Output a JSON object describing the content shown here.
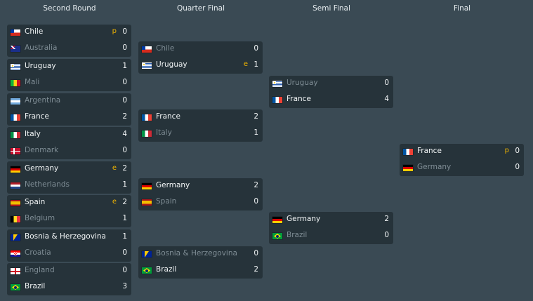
{
  "rounds": [
    {
      "title": "Second Round",
      "matches": [
        {
          "top": {
            "team": "Chile",
            "score": "0",
            "note": "p",
            "win": true,
            "flag": "chile"
          },
          "bottom": {
            "team": "Australia",
            "score": "0",
            "note": "",
            "win": false,
            "flag": "australia"
          }
        },
        {
          "top": {
            "team": "Uruguay",
            "score": "1",
            "note": "",
            "win": true,
            "flag": "uruguay"
          },
          "bottom": {
            "team": "Mali",
            "score": "0",
            "note": "",
            "win": false,
            "flag": "mali"
          }
        },
        {
          "top": {
            "team": "Argentina",
            "score": "0",
            "note": "",
            "win": false,
            "flag": "argentina"
          },
          "bottom": {
            "team": "France",
            "score": "2",
            "note": "",
            "win": true,
            "flag": "france"
          }
        },
        {
          "top": {
            "team": "Italy",
            "score": "4",
            "note": "",
            "win": true,
            "flag": "italy"
          },
          "bottom": {
            "team": "Denmark",
            "score": "0",
            "note": "",
            "win": false,
            "flag": "denmark"
          }
        },
        {
          "top": {
            "team": "Germany",
            "score": "2",
            "note": "e",
            "win": true,
            "flag": "germany"
          },
          "bottom": {
            "team": "Netherlands",
            "score": "1",
            "note": "",
            "win": false,
            "flag": "netherlands"
          }
        },
        {
          "top": {
            "team": "Spain",
            "score": "2",
            "note": "e",
            "win": true,
            "flag": "spain"
          },
          "bottom": {
            "team": "Belgium",
            "score": "1",
            "note": "",
            "win": false,
            "flag": "belgium"
          }
        },
        {
          "top": {
            "team": "Bosnia & Herzegovina",
            "score": "1",
            "note": "",
            "win": true,
            "flag": "bosnia"
          },
          "bottom": {
            "team": "Croatia",
            "score": "0",
            "note": "",
            "win": false,
            "flag": "croatia"
          }
        },
        {
          "top": {
            "team": "England",
            "score": "0",
            "note": "",
            "win": false,
            "flag": "england"
          },
          "bottom": {
            "team": "Brazil",
            "score": "3",
            "note": "",
            "win": true,
            "flag": "brazil"
          }
        }
      ]
    },
    {
      "title": "Quarter Final",
      "matches": [
        {
          "top": {
            "team": "Chile",
            "score": "0",
            "note": "",
            "win": false,
            "flag": "chile"
          },
          "bottom": {
            "team": "Uruguay",
            "score": "1",
            "note": "e",
            "win": true,
            "flag": "uruguay"
          }
        },
        {
          "top": {
            "team": "France",
            "score": "2",
            "note": "",
            "win": true,
            "flag": "france"
          },
          "bottom": {
            "team": "Italy",
            "score": "1",
            "note": "",
            "win": false,
            "flag": "italy"
          }
        },
        {
          "top": {
            "team": "Germany",
            "score": "2",
            "note": "",
            "win": true,
            "flag": "germany"
          },
          "bottom": {
            "team": "Spain",
            "score": "0",
            "note": "",
            "win": false,
            "flag": "spain"
          }
        },
        {
          "top": {
            "team": "Bosnia & Herzegovina",
            "score": "0",
            "note": "",
            "win": false,
            "flag": "bosnia"
          },
          "bottom": {
            "team": "Brazil",
            "score": "2",
            "note": "",
            "win": true,
            "flag": "brazil"
          }
        }
      ]
    },
    {
      "title": "Semi Final",
      "matches": [
        {
          "top": {
            "team": "Uruguay",
            "score": "0",
            "note": "",
            "win": false,
            "flag": "uruguay"
          },
          "bottom": {
            "team": "France",
            "score": "4",
            "note": "",
            "win": true,
            "flag": "france"
          }
        },
        {
          "top": {
            "team": "Germany",
            "score": "2",
            "note": "",
            "win": true,
            "flag": "germany"
          },
          "bottom": {
            "team": "Brazil",
            "score": "0",
            "note": "",
            "win": false,
            "flag": "brazil"
          }
        }
      ]
    },
    {
      "title": "Final",
      "matches": [
        {
          "top": {
            "team": "France",
            "score": "0",
            "note": "p",
            "win": true,
            "flag": "france"
          },
          "bottom": {
            "team": "Germany",
            "score": "0",
            "note": "",
            "win": false,
            "flag": "germany"
          }
        }
      ]
    }
  ]
}
